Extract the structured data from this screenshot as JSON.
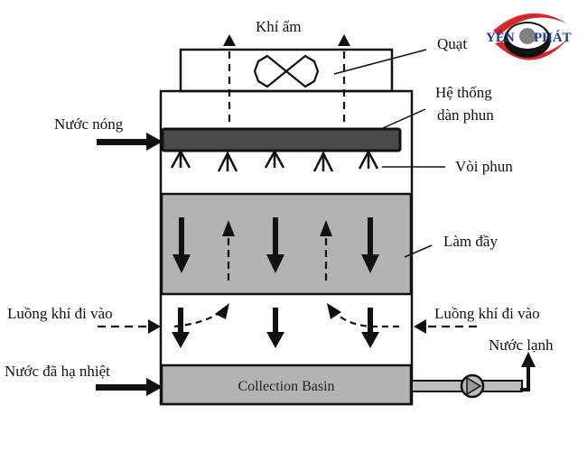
{
  "title": "Cooling tower diagram",
  "labels": {
    "moist_air": "Khí ẩm",
    "fan": "Quạt",
    "spray_system_line1": "Hệ thống",
    "spray_system_line2": "dàn phun",
    "nozzle": "Vòi phun",
    "hot_water": "Nước nóng",
    "fill": "Làm đầy",
    "air_inlet_left": "Luồng khí đi vào",
    "air_inlet_right": "Luồng khí đi vào",
    "cold_water": "Nước lạnh",
    "cooled_water": "Nước đã hạ nhiệt",
    "collection_basin": "Collection Basin"
  },
  "logo": {
    "text_left": "YÊN",
    "text_right": "PHÁT",
    "colors": {
      "text": "#1f3b8c",
      "swoosh": "#d62828",
      "pupil": "#808080",
      "iris": "#111111"
    }
  },
  "colors": {
    "outline": "#111111",
    "fill_gray": "#b3b3b3",
    "spray_bar": "#4a4a4a",
    "pipe": "#bdbdbd"
  }
}
